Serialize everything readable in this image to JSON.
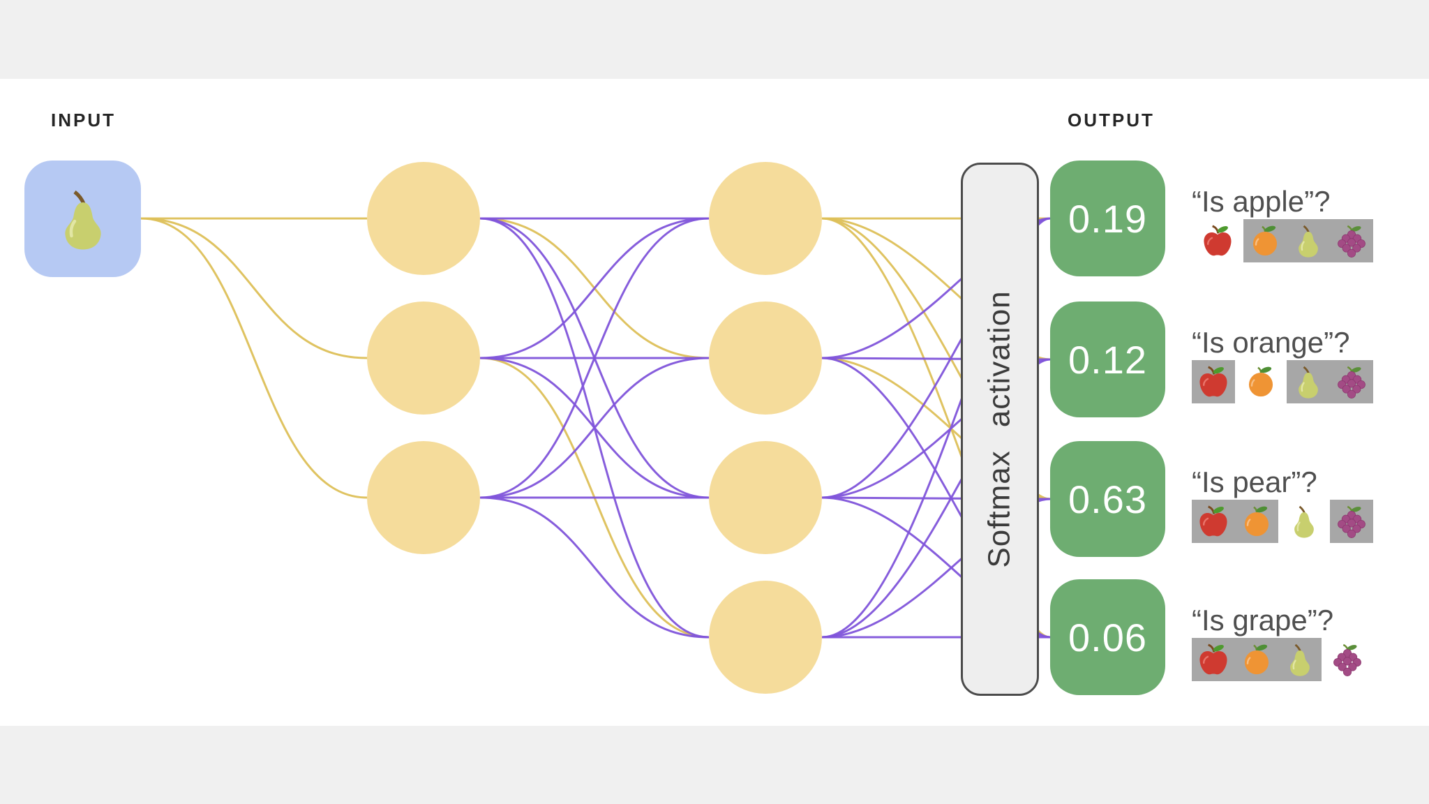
{
  "labels": {
    "input": "INPUT",
    "output": "OUTPUT"
  },
  "input": {
    "icon": "pear"
  },
  "softmax": {
    "label": "Softmax activation"
  },
  "network": {
    "hidden_layer_1_nodes": 3,
    "hidden_layer_2_nodes": 4,
    "edges": {
      "input_to_h1": [
        "Y",
        "Y",
        "Y"
      ],
      "h1_to_h2": [
        [
          "P",
          "Y",
          "P",
          "P"
        ],
        [
          "P",
          "P",
          "P",
          "Y"
        ],
        [
          "P",
          "P",
          "P",
          "P"
        ]
      ],
      "h2_to_out": [
        [
          "Y",
          "Y",
          "Y",
          "Y"
        ],
        [
          "P",
          "P",
          "Y",
          "P"
        ],
        [
          "P",
          "P",
          "P",
          "P"
        ],
        [
          "P",
          "P",
          "P",
          "P"
        ]
      ]
    }
  },
  "outputs": [
    {
      "value": "0.19",
      "question": "“Is apple”?",
      "fruits": [
        {
          "icon": "apple",
          "highlight": true
        },
        {
          "icon": "orange",
          "highlight": false
        },
        {
          "icon": "pear",
          "highlight": false
        },
        {
          "icon": "grape",
          "highlight": false
        }
      ]
    },
    {
      "value": "0.12",
      "question": "“Is orange”?",
      "fruits": [
        {
          "icon": "apple",
          "highlight": false
        },
        {
          "icon": "orange",
          "highlight": true
        },
        {
          "icon": "pear",
          "highlight": false
        },
        {
          "icon": "grape",
          "highlight": false
        }
      ]
    },
    {
      "value": "0.63",
      "question": "“Is pear”?",
      "fruits": [
        {
          "icon": "apple",
          "highlight": false
        },
        {
          "icon": "orange",
          "highlight": false
        },
        {
          "icon": "pear",
          "highlight": true
        },
        {
          "icon": "grape",
          "highlight": false
        }
      ]
    },
    {
      "value": "0.06",
      "question": "“Is grape”?",
      "fruits": [
        {
          "icon": "apple",
          "highlight": false
        },
        {
          "icon": "orange",
          "highlight": false
        },
        {
          "icon": "pear",
          "highlight": false
        },
        {
          "icon": "grape",
          "highlight": true
        }
      ]
    }
  ],
  "colors": {
    "edge_yellow": "#ddc058",
    "edge_purple": "#8054da",
    "node_fill": "#f5dc9b",
    "input_bg": "#b6c9f3",
    "score_green": "#6ead71",
    "fruit_dim_bg": "#a7a7a7",
    "band_gray": "#f0f0f0"
  }
}
